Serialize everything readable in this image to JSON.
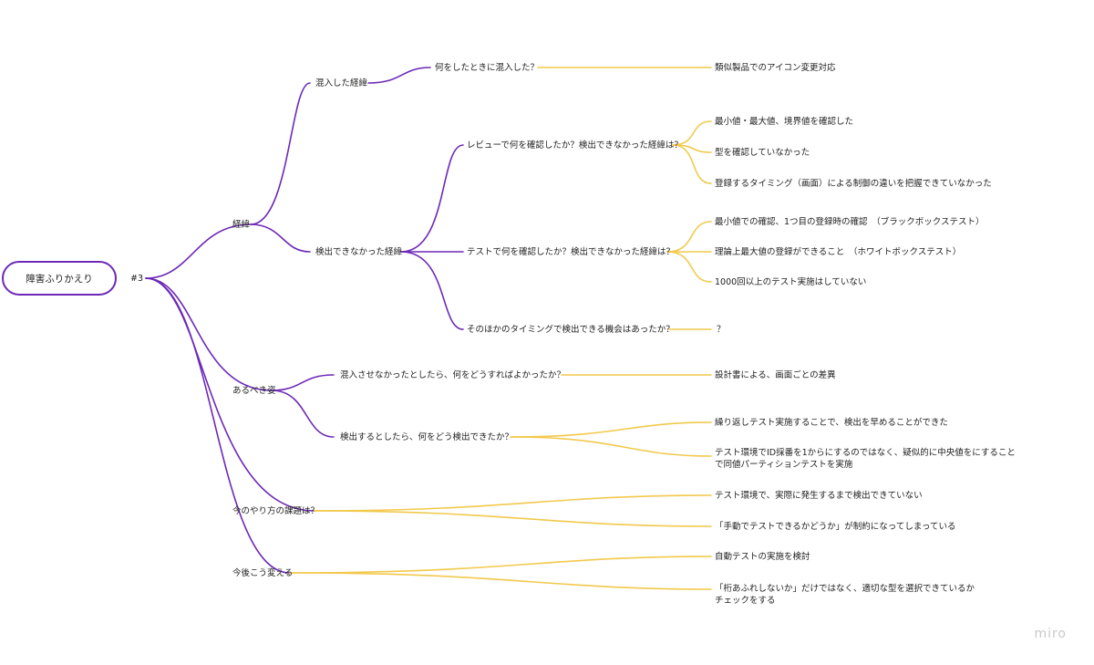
{
  "root": "障害ふりかえり",
  "id_label": "#3",
  "logo": "miro",
  "colors": {
    "purple": "#6d28b7",
    "yellow": "#f2c94c"
  },
  "branches": {
    "keii": {
      "label": "経緯",
      "konnyu": {
        "label": "混入した経緯",
        "q": "何をしたときに混入した？",
        "a": "類似製品でのアイコン変更対応"
      },
      "kenshutsu": {
        "label": "検出できなかった経緯",
        "review": {
          "label": "レビューで何を確認したか？検出できなかった経緯は？",
          "answers": [
            "最小値・最大値、境界値を確認した",
            "型を確認していなかった",
            "登録するタイミング（画面）による制御の違いを把握できていなかった"
          ]
        },
        "test": {
          "label": "テストで何を確認したか？検出できなかった経緯は？",
          "answers": [
            "最小値での確認、1つ目の登録時の確認　（ブラックボックステスト）",
            "理論上最大値の登録ができること　（ホワイトボックステスト）",
            "1000回以上のテスト実施はしていない"
          ]
        },
        "other": {
          "label": "そのほかのタイミングで検出できる機会はあったか？",
          "answer": "？"
        }
      }
    },
    "arubeki": {
      "label": "あるべき姿",
      "q1": {
        "label": "混入させなかったとしたら、何をどうすればよかったか？",
        "answer": "設計書による、画面ごとの差異"
      },
      "q2": {
        "label": "検出するとしたら、何をどう検出できたか？",
        "answers": [
          "繰り返しテスト実施することで、検出を早めることができた",
          "テスト環境でID採番を1からにするのではなく、疑似的に中央値をにすることで同値パーティションテストを実施"
        ]
      }
    },
    "kadai": {
      "label": "今のやり方の課題は？",
      "answers": [
        "テスト環境で、実際に発生するまで検出できていない",
        "「手動でテストできるかどうか」が制約になってしまっている"
      ]
    },
    "kongo": {
      "label": "今後こう変える",
      "answers": [
        "自動テストの実施を検討",
        "「桁あふれしないか」だけではなく、適切な型を選択できているかチェックをする"
      ]
    }
  }
}
